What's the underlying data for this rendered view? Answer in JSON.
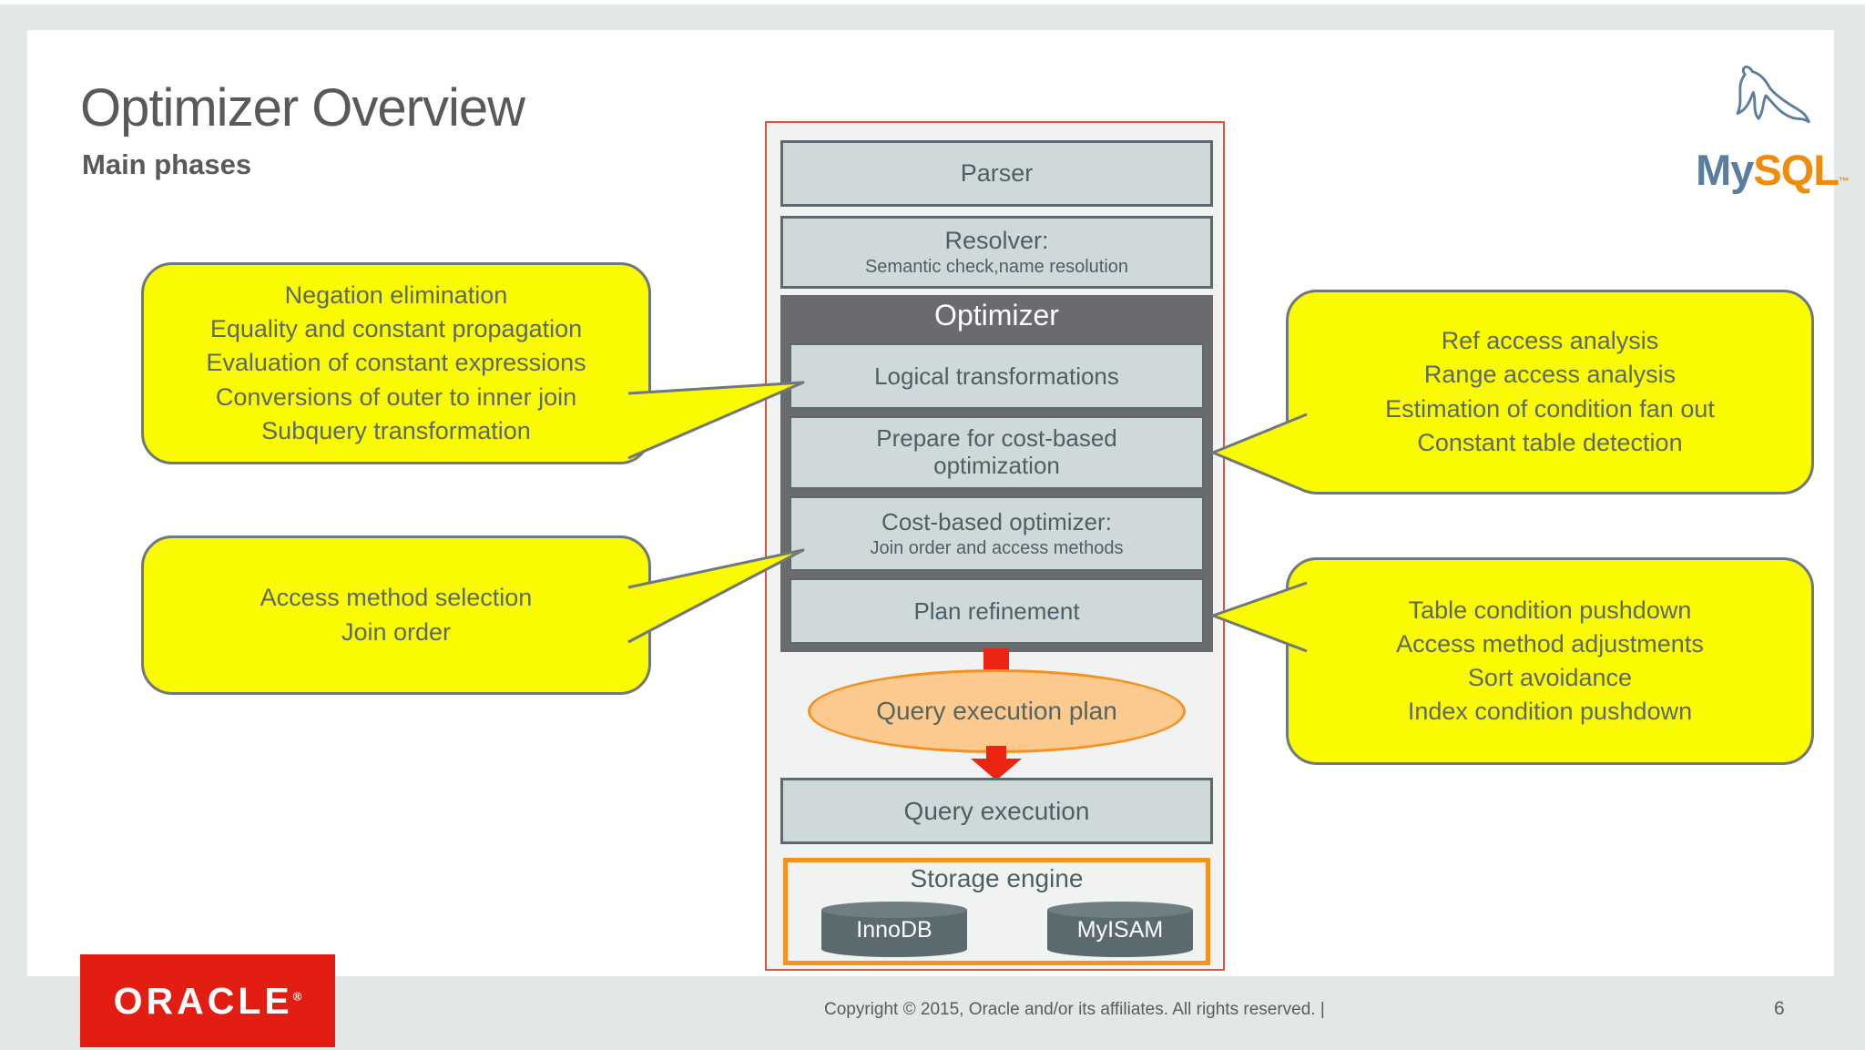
{
  "slide": {
    "title": "Optimizer Overview",
    "subtitle": "Main phases",
    "copyright": "Copyright © 2015, Oracle and/or its affiliates. All rights reserved.  |",
    "page_number": "6"
  },
  "logos": {
    "mysql_my": "My",
    "mysql_sql": "SQL",
    "mysql_tm": "™",
    "oracle": "ORACLE",
    "oracle_registered": "®"
  },
  "flowchart": {
    "parser": "Parser",
    "resolver_title": "Resolver:",
    "resolver_subtitle": "Semantic check,name resolution",
    "optimizer_title": "Optimizer",
    "steps": {
      "logical": "Logical transformations",
      "prepare": "Prepare for cost-based optimization",
      "cost_title": "Cost-based optimizer:",
      "cost_subtitle": "Join order and access methods",
      "plan": "Plan refinement"
    },
    "query_plan": "Query execution plan",
    "query_execution": "Query execution",
    "storage": {
      "title": "Storage engine",
      "engines": [
        "InnoDB",
        "MyISAM"
      ]
    }
  },
  "callouts": {
    "logical": [
      "Negation elimination",
      "Equality and constant propagation",
      "Evaluation of constant expressions",
      "Conversions of outer to inner join",
      "Subquery transformation"
    ],
    "access": [
      "Access method selection",
      "Join order"
    ],
    "prepare": [
      "Ref access analysis",
      "Range access analysis",
      "Estimation of condition fan out",
      "Constant table detection"
    ],
    "plan": [
      "Table condition pushdown",
      "Access method adjustments",
      "Sort avoidance",
      "Index condition pushdown"
    ]
  },
  "colors": {
    "callout_yellow": "#fafa00",
    "accent_orange": "#f49120",
    "arrow_red": "#ee2413",
    "container_border_red": "#e0543e",
    "box_fill": "#cfd9da",
    "box_border": "#5c6a6e",
    "dark_panel": "#6a6b6e",
    "ellipse_fill": "#fcc98e",
    "oracle_red": "#e21d12",
    "mysql_blue": "#5b7da0",
    "mysql_orange": "#ee8d0c"
  }
}
